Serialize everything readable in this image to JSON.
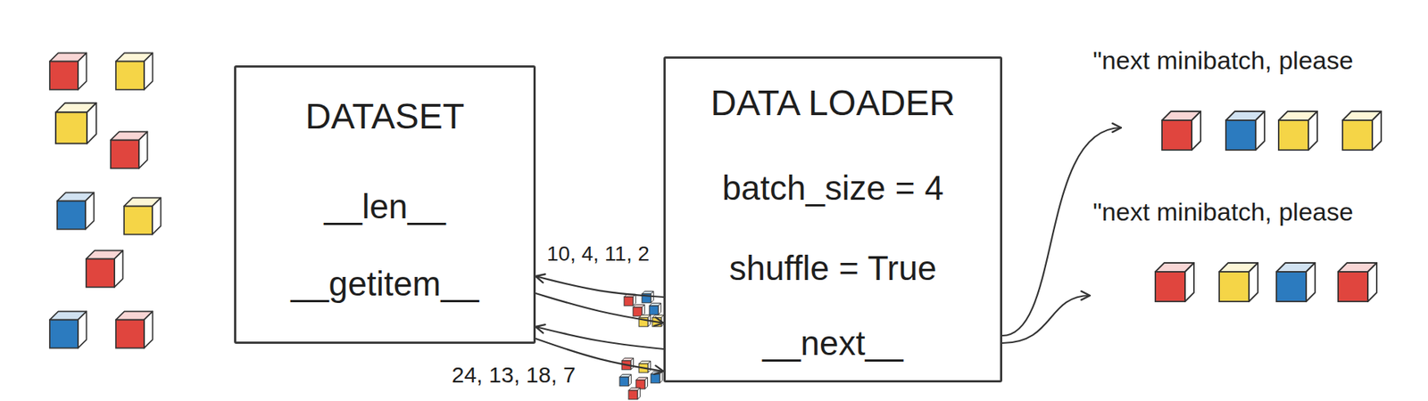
{
  "diagram": {
    "nodes": [
      {
        "text": [
          "DATASET",
          "__len__",
          "__getitem__"
        ]
      },
      {
        "text": [
          "DATA LOADER",
          "batch_size = 4",
          "shuffle = True",
          "__next__"
        ]
      }
    ],
    "edges": [
      {
        "from": 1,
        "to": 0,
        "arrow": "to",
        "label": "10, 4, 11, 2"
      },
      {
        "from": 0,
        "to": 1,
        "arrow": "to"
      },
      {
        "from": 1,
        "to": 0,
        "arrow": "to",
        "label": "24, 13, 18, 7"
      },
      {
        "from": 0,
        "to": 1,
        "arrow": "to"
      }
    ],
    "labels": [
      "\"next minibatch, please",
      "\"next minibatch, please"
    ]
  }
}
